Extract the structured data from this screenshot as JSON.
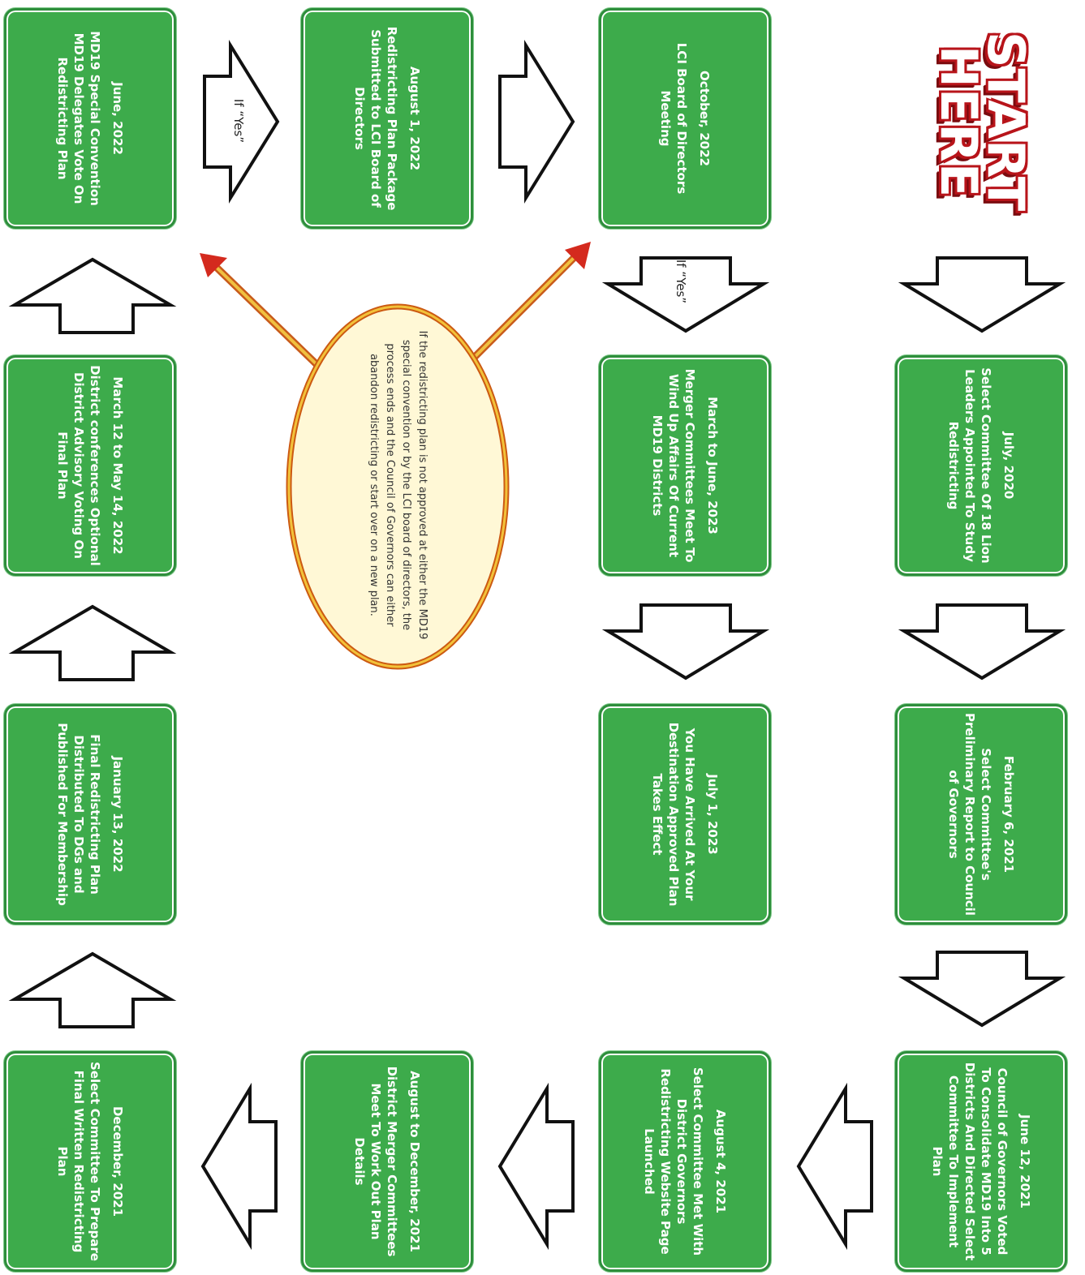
{
  "start": {
    "line1": "START",
    "line2": "HERE"
  },
  "steps": [
    {
      "date": "July, 2020",
      "desc": "Select Committee Of 18 Lion Leaders Appointed To Study Redistricting"
    },
    {
      "date": "February 6, 2021",
      "desc": "Select Committee's Preliminary Report to Council of Governors"
    },
    {
      "date": "June 12, 2021",
      "desc": "Council of Governors Voted To Consolidate MD19 Into 5 Districts And Directed Select Committee To Implement Plan"
    },
    {
      "date": "August 4, 2021",
      "desc": "Select Committee Met With District Governors Redistricting Website Page Launched"
    },
    {
      "date": "August to December, 2021",
      "desc": "District Merger Committees Meet To Work Out Plan Details"
    },
    {
      "date": "December, 2021",
      "desc": "Select Committee To Prepare Final Written Redistricting Plan"
    },
    {
      "date": "January 13, 2022",
      "desc": "Final Redistricting Plan Distributed To DGs and Published For Membership"
    },
    {
      "date": "March 12 to May 14, 2022",
      "desc": "District conferences Optional District Advisory Voting On Final Plan"
    },
    {
      "date": "June, 2022",
      "desc": "MD19 Special Convention MD19 Delegates Vote On Redistricting Plan"
    },
    {
      "date": "August 1, 2022",
      "desc": "Redistricting Plan Package Submitted to LCI Board of Directors"
    },
    {
      "date": "October, 2022",
      "desc": "LCI Board of Directors Meeting"
    },
    {
      "date": "March to June, 2023",
      "desc": "Merger Committees Meet To Wind Up Affairs Of Current MD19 Districts"
    },
    {
      "date": "July 1, 2023",
      "desc": "You Have Arrived At Your Destination Approved Plan Takes Effect"
    }
  ],
  "arrow_labels": {
    "yes_1": "If “Yes”",
    "yes_2": "If “Yes”"
  },
  "note": "If the redistricting plan is not approved at either the MD19 special convention or by the LCI board of directors, the process ends and the Council of Governors can either abandon redistricting or start over on a new plan.",
  "colors": {
    "box": "#3dab4b",
    "box_border": "#2e8e3c",
    "oval_fill": "#fff8d6",
    "oval_border": "#e07a10",
    "oval_arrow": "#e9a020",
    "arrow_head": "#d42a1e",
    "start_red": "#c8151b"
  }
}
